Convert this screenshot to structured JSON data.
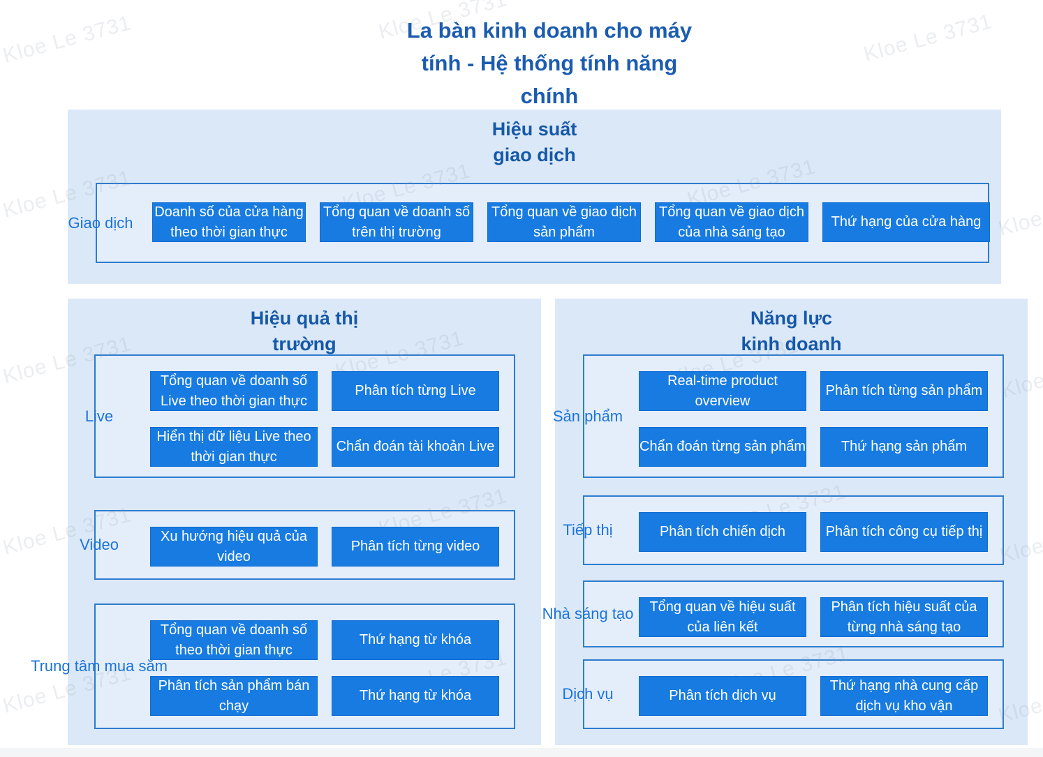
{
  "title": "La bàn kinh doanh cho máy\ntính - Hệ thống tính năng\nchính",
  "watermark": "Kloe Le 3731",
  "colors": {
    "title": "#1b5cb0",
    "header": "#1558a8",
    "row_label": "#1b74dc",
    "box_fill": "#177be1",
    "box_border": "#0d6bd0",
    "box_text": "#ffffff",
    "panel_bg": "#dbe8f7",
    "inner_bg": "#e4eefb",
    "inner_border": "#2e7ccd",
    "watermark": "#8a96a8"
  },
  "sections": {
    "transaction": {
      "title": "Hiệu suất\ngiao dịch",
      "rows": [
        {
          "label": "Giao dịch",
          "boxes": [
            "Doanh số của cửa hàng theo thời gian thực",
            "Tổng quan về doanh số trên thị trường",
            "Tổng quan về giao dịch sản phẩm",
            "Tổng quan về giao dịch của nhà sáng tạo",
            "Thứ hạng của cửa hàng"
          ]
        }
      ]
    },
    "market": {
      "title": "Hiệu quả thị\ntrường",
      "rows": [
        {
          "label": "Live",
          "boxes": [
            "Tổng quan về doanh số Live theo thời gian thực",
            "Phân tích từng Live",
            "Hiển thị dữ liệu Live theo thời gian thực",
            "Chẩn đoán tài khoản Live"
          ]
        },
        {
          "label": "Video",
          "boxes": [
            "Xu hướng hiệu quả của video",
            "Phân tích từng video"
          ]
        },
        {
          "label": "Trung tâm mua sắm",
          "boxes": [
            "Tổng quan về doanh số theo thời gian thực",
            "Thứ hạng từ khóa",
            "Phân tích sản phẩm bán chạy",
            "Thứ hạng từ khóa"
          ]
        }
      ]
    },
    "business": {
      "title": "Năng lực\nkinh doanh",
      "rows": [
        {
          "label": "Sản phẩm",
          "boxes": [
            "Real-time product overview",
            "Phân tích từng sản phẩm",
            "Chẩn đoán từng sản phẩm",
            "Thứ hạng sản phẩm"
          ]
        },
        {
          "label": "Tiếp thị",
          "boxes": [
            "Phân tích chiến dịch",
            "Phân tích công cụ tiếp thị"
          ]
        },
        {
          "label": "Nhà sáng tạo",
          "boxes": [
            "Tổng quan về hiệu suất của liên kết",
            "Phân tích hiệu suất của từng nhà sáng tạo"
          ]
        },
        {
          "label": "Dịch vụ",
          "boxes": [
            "Phân tích dịch vụ",
            "Thứ hạng nhà cung cấp dịch vụ kho vận"
          ]
        }
      ]
    }
  }
}
